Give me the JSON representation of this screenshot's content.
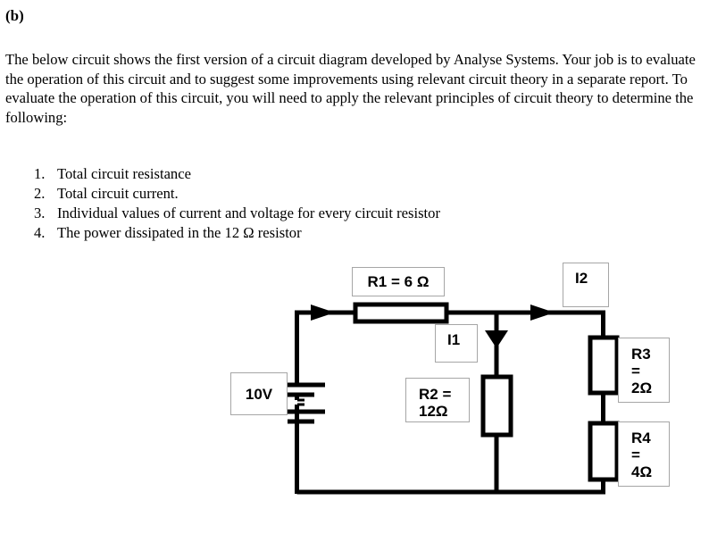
{
  "question": {
    "part_label": "(b)",
    "paragraph": "The below circuit shows the first version of a circuit diagram developed by Analyse Systems. Your job is to evaluate the operation of this circuit and to suggest some improvements using relevant circuit theory in a separate report. To evaluate the operation of this circuit, you will need to apply the relevant principles of circuit theory to determine the following:",
    "items": [
      {
        "number": "1.",
        "text": "Total circuit resistance"
      },
      {
        "number": "2.",
        "text": "Total circuit current."
      },
      {
        "number": "3.",
        "text": "Individual values of current and voltage for every circuit resistor"
      },
      {
        "number": "4.",
        "text": "The power dissipated in the 12 Ω resistor"
      }
    ]
  },
  "circuit": {
    "labels": {
      "source": "10V",
      "r1": "R1 = 6 Ω",
      "r2": "R2 =\n12Ω",
      "r3": "R3\n=\n2Ω",
      "r4": "R4\n=\n4Ω",
      "i1": "I1",
      "i2": "I2"
    },
    "colors": {
      "wire": "#000000",
      "box_border": "#a6a6a6",
      "background": "#ffffff"
    },
    "components": [
      {
        "name": "voltage-source",
        "type": "battery",
        "value": "10V"
      },
      {
        "name": "resistor-r1",
        "type": "resistor",
        "orientation": "horizontal",
        "value": "6 Ω"
      },
      {
        "name": "resistor-r2",
        "type": "resistor",
        "orientation": "vertical",
        "value": "12Ω"
      },
      {
        "name": "resistor-r3",
        "type": "resistor",
        "orientation": "vertical",
        "value": "2Ω"
      },
      {
        "name": "resistor-r4",
        "type": "resistor",
        "orientation": "vertical",
        "value": "4Ω"
      },
      {
        "name": "current-arrow-total",
        "type": "arrow",
        "direction": "right"
      },
      {
        "name": "current-arrow-i1",
        "type": "arrow",
        "direction": "down"
      },
      {
        "name": "current-arrow-i2",
        "type": "arrow",
        "direction": "right"
      }
    ]
  }
}
